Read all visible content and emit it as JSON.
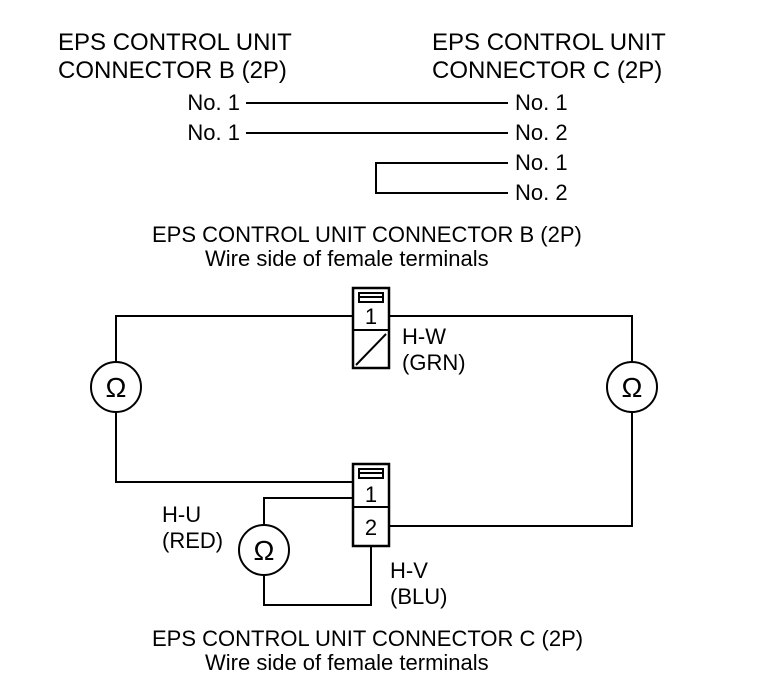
{
  "colors": {
    "line": "#000000",
    "background": "#ffffff"
  },
  "header": {
    "left": [
      "EPS CONTROL UNIT",
      "CONNECTOR B (2P)"
    ],
    "right": [
      "EPS CONTROL UNIT",
      "CONNECTOR C (2P)"
    ]
  },
  "wiring_table": [
    {
      "from": "No. 1",
      "to": "No. 1"
    },
    {
      "from": "No. 1",
      "to": "No. 2"
    },
    {
      "from": "",
      "to": "No. 1"
    },
    {
      "from": "",
      "to": "No. 2"
    }
  ],
  "connector_b": {
    "title": "EPS CONTROL UNIT CONNECTOR B (2P)",
    "subtitle": "Wire side of female terminals",
    "pin1": "1",
    "wire_name": "H-W",
    "wire_color": "(GRN)"
  },
  "connector_c": {
    "title": "EPS CONTROL UNIT CONNECTOR C (2P)",
    "subtitle": "Wire side of female terminals",
    "pin1": "1",
    "pin2": "2",
    "wire_u_name": "H-U",
    "wire_u_color": "(RED)",
    "wire_v_name": "H-V",
    "wire_v_color": "(BLU)"
  },
  "meters": {
    "symbol": "Ω",
    "icon": "ohmmeter-icon"
  }
}
